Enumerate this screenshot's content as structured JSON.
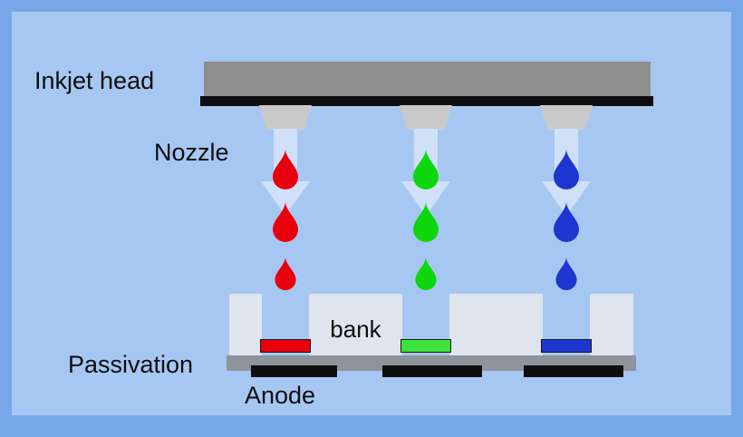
{
  "title": "Inkjet printing of RGB pixels diagram",
  "labels": {
    "inkjet_head": "Inkjet head",
    "nozzle": "Nozzle",
    "bank": "bank",
    "passivation": "Passivation",
    "anode": "Anode"
  },
  "colors": {
    "outer_background": "#77a6e9",
    "inner_background": "#a7c7f3",
    "head_gray": "#8f8f8f",
    "head_edge_black": "#0f0f0f",
    "nozzle_gray": "#c9c9c9",
    "arrow_blue": "#cfe0f8",
    "ink_red": "#e8000d",
    "ink_green": "#0fd60f",
    "ink_blue": "#1d36cf",
    "bank_gray": "#dfe5ee",
    "passivation_gray": "#8d949b",
    "anode_black": "#0f0f0f"
  },
  "structure": {
    "columns": [
      {
        "ink": "red",
        "droplet_count": 3
      },
      {
        "ink": "green",
        "droplet_count": 3
      },
      {
        "ink": "blue",
        "droplet_count": 3
      }
    ],
    "bank_block_count": 4,
    "anode_bar_count": 3
  }
}
